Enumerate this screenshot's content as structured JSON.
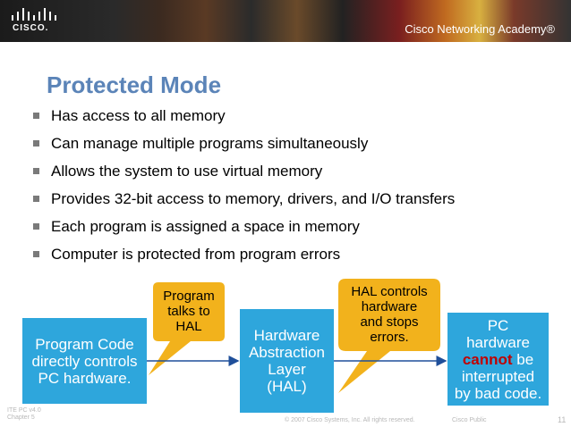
{
  "header": {
    "logo_text": "CISCO.",
    "academy_text": "Cisco Networking Academy®"
  },
  "slide": {
    "title": "Protected Mode",
    "bullets": [
      "Has access to all memory",
      "Can manage multiple programs simultaneously",
      "Allows the system to use virtual memory",
      "Provides 32-bit access to memory, drivers, and I/O transfers",
      "Each program is assigned a space in memory",
      "Computer is protected from program errors"
    ]
  },
  "diagram": {
    "box1": [
      "Program Code",
      "directly controls",
      "PC hardware."
    ],
    "box2": [
      "Hardware",
      "Abstraction",
      "Layer",
      "(HAL)"
    ],
    "box3": {
      "line1": "PC",
      "line2": "hardware",
      "cannot": "cannot",
      "be": " be",
      "line4": "interrupted",
      "line5": "by bad code."
    },
    "callout1": [
      "Program",
      "talks to",
      "HAL"
    ],
    "callout2": [
      "HAL controls",
      "hardware",
      "and stops",
      "errors."
    ],
    "colors": {
      "box": "#2ea6dc",
      "callout": "#f2b21c",
      "arrow": "#1f4f9a",
      "emphasis": "#c00000",
      "title": "#5b84b8"
    }
  },
  "footer": {
    "course": "ITE PC v4.0",
    "chapter": "Chapter 5",
    "copyright": "© 2007 Cisco Systems, Inc. All rights reserved.",
    "classification": "Cisco Public",
    "page_number": "11"
  }
}
